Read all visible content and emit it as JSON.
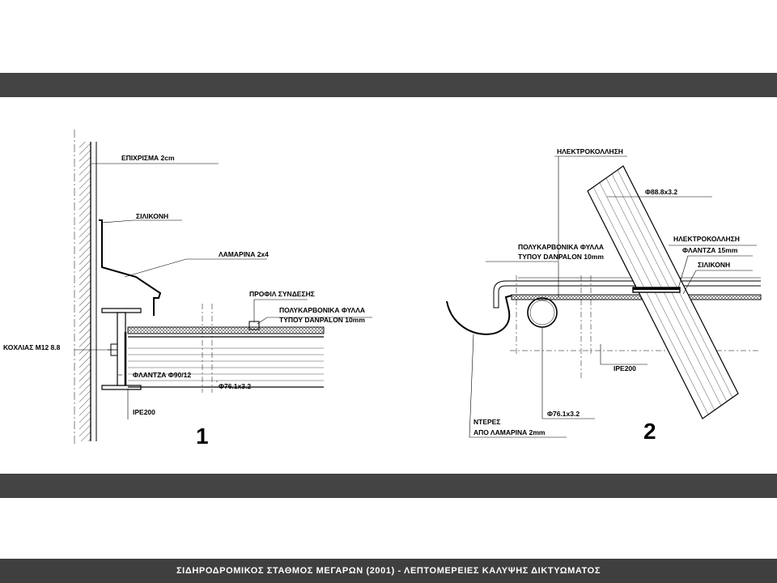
{
  "footer": {
    "title": "ΣΙΔΗΡΟΔΡΟΜΙΚΟΣ   ΣΤΑΘΜΟΣ   ΜΕΓΑΡΩΝ    (2001)  -  ΛΕΠΤΟΜΕΡΕΙΕΣ ΚΑΛΥΨΗΣ  ΔΙΚΤΥΩΜΑΤΟΣ"
  },
  "detail1": {
    "number": "1",
    "labels": {
      "plaster": "ΕΠΙΧΡΙΣΜΑ 2cm",
      "silicone": "ΣΙΛΙΚΟΝΗ",
      "sheet": "ΛΑΜΑΡΙΝΑ 2x4",
      "profile": "ΠΡΟΦΙΛ ΣΥΝΔΕΣΗΣ",
      "polycarb_1": "ΠΟΛΥΚΑΡΒΟΝΙΚΑ ΦΥΛΛΑ",
      "polycarb_2": "ΤΥΠΟΥ DANPALON 10mm",
      "bolt": "ΚΟΧΛΙΑΣ Μ12 8.8",
      "flange": "ΦΛΑΝΤΖΑ Φ90/12",
      "pipe": "Φ76.1x3.2",
      "beam": "IPE200"
    }
  },
  "detail2": {
    "number": "2",
    "labels": {
      "weld_top": "ΗΛΕΚΤΡΟΚΟΛΛΗΣΗ",
      "pipe_large": "Φ88.8x3.2",
      "weld_right": "ΗΛΕΚΤΡΟΚΟΛΛΗΣΗ",
      "flange": "ΦΛΑΝΤΖΑ 15mm",
      "silicone": "ΣΙΛΙΚΟΝΗ",
      "polycarb_1": "ΠΟΛΥΚΑΡΒΟΝΙΚΑ ΦΥΛΛΑ",
      "polycarb_2": "ΤΥΠΟΥ DANPALON 10mm",
      "beam": "IPE200",
      "pipe": "Φ76.1x3.2",
      "gutter_1": "ΝΤΕΡΕΣ",
      "gutter_2": "ΑΠΟ ΛΑΜΑΡΙΝΑ 2mm"
    }
  }
}
